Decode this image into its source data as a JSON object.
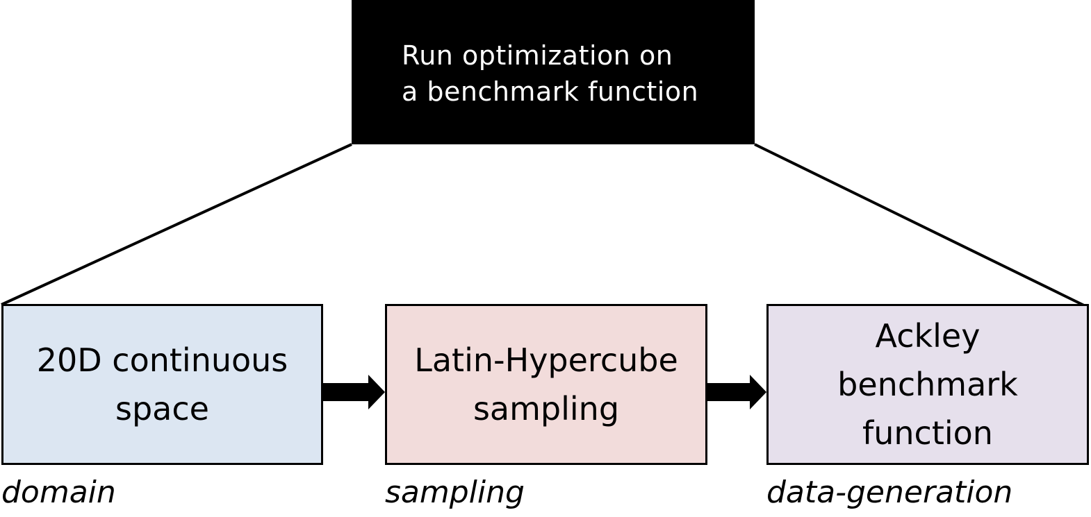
{
  "header": {
    "lines": [
      "Run optimization on",
      "a benchmark function"
    ],
    "background": "#000000",
    "text_color": "#ffffff"
  },
  "steps": [
    {
      "lines": [
        "20D continuous",
        "space"
      ],
      "caption": "domain",
      "fill": "#dce6f2"
    },
    {
      "lines": [
        "Latin-Hypercube",
        "sampling"
      ],
      "caption": "sampling",
      "fill": "#f2dcdb"
    },
    {
      "lines": [
        "Ackley",
        "benchmark",
        "function"
      ],
      "caption": "data-generation",
      "fill": "#e6e0ec"
    }
  ],
  "connectors": [
    "arrow",
    "arrow"
  ]
}
